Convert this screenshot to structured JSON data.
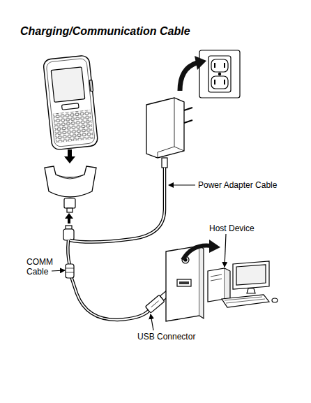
{
  "diagram": {
    "title": "Charging/Communication Cable",
    "labels": [
      "Power Adapter Cable",
      "Host Device",
      "COMM Cable",
      "USB Connector"
    ]
  }
}
